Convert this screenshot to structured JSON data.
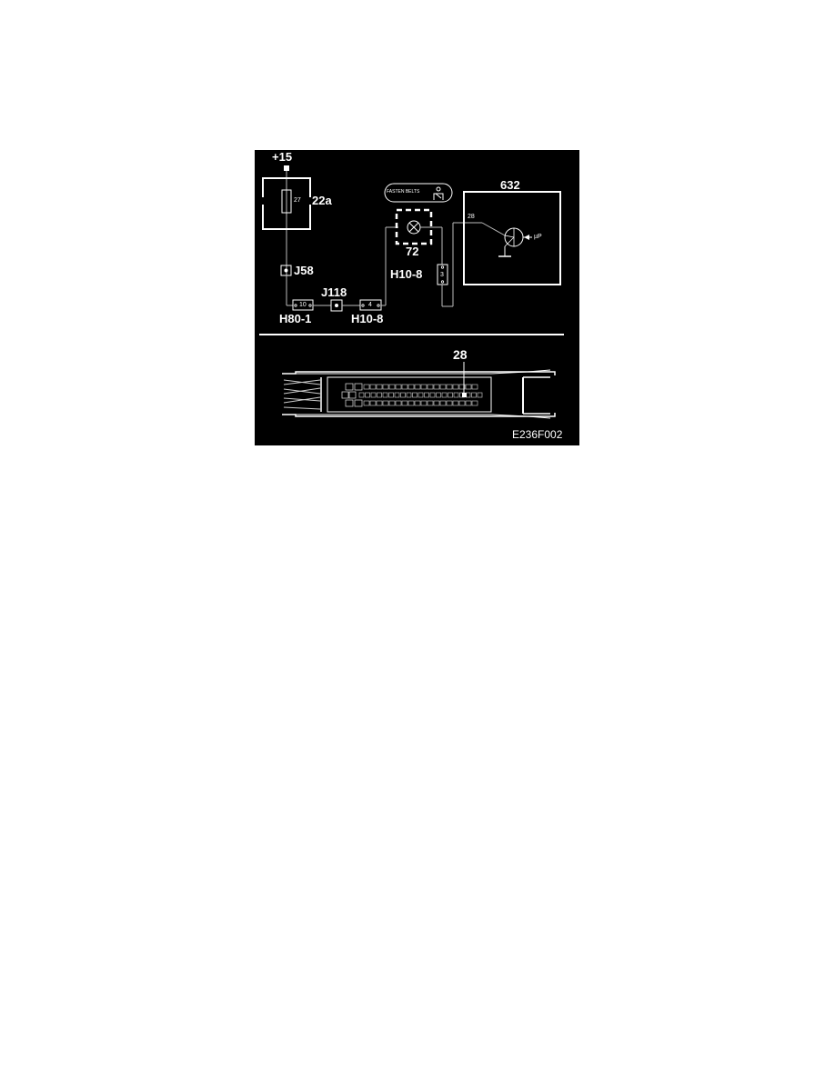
{
  "figure": {
    "id_code": "E236F002",
    "schematic": {
      "supply": "+15",
      "fuse": {
        "number": "27",
        "box": "22a"
      },
      "splice_1": "J58",
      "splice_2": "J118",
      "connector_left": {
        "name": "H80-1",
        "pin": "10"
      },
      "connector_mid": {
        "name": "H10-8",
        "pin": "4"
      },
      "connector_right": {
        "name": "H10-8",
        "pin": "3"
      },
      "lamp": {
        "component": "72",
        "caption": "FASTEN BELTS"
      },
      "control_module": {
        "component": "632",
        "pin": "28",
        "processor": "µP"
      }
    },
    "connector_view": {
      "highlighted_pin": "28"
    }
  },
  "colors": {
    "background": "#000000",
    "lines": "#ffffff",
    "wires": "#c8c8c8",
    "page": "#ffffff"
  }
}
